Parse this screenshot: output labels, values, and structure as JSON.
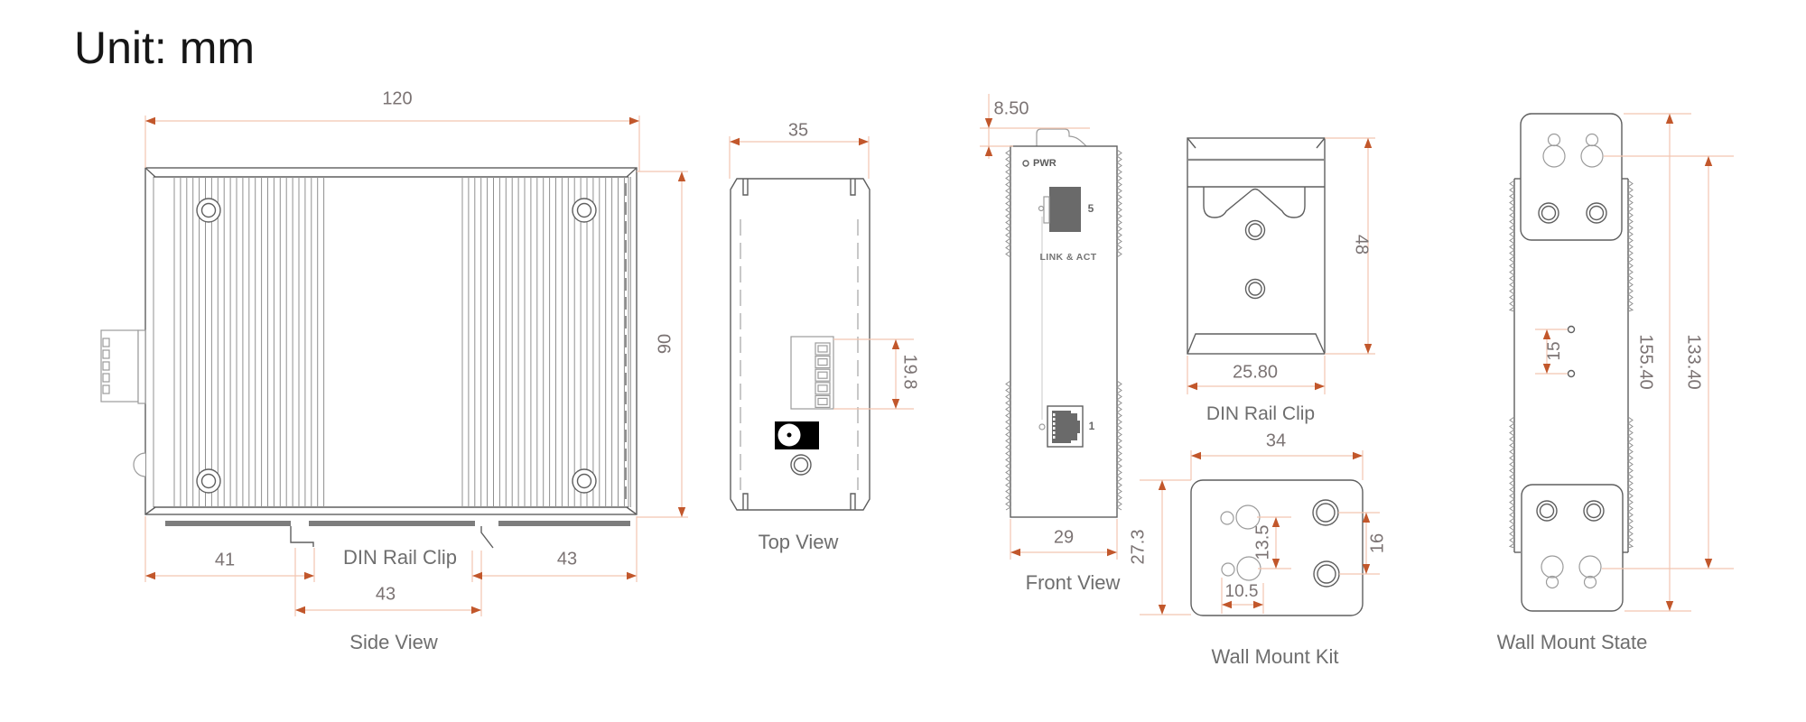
{
  "unit_label": "Unit: mm",
  "side_view": {
    "caption": "Side View",
    "clip_label": "DIN Rail Clip",
    "dim_width": "120",
    "dim_height": "90",
    "dim_left": "41",
    "dim_right": "43",
    "dim_clip_span": "43"
  },
  "top_view": {
    "caption": "Top View",
    "dim_width": "35",
    "dim_terminal_depth": "19.8"
  },
  "front_view": {
    "caption": "Front View",
    "dim_clip_offset": "8.50",
    "dim_width": "29",
    "pwr_label": "PWR",
    "port5_label": "5",
    "port1_label": "1",
    "link_label": "LINK & ACT"
  },
  "din_rail_clip": {
    "caption": "DIN Rail Clip",
    "dim_height": "48",
    "dim_width": "25.80"
  },
  "wall_mount_kit": {
    "caption": "Wall Mount Kit",
    "dim_width": "34",
    "dim_height": "27.3",
    "dim_keyhole_gap": "13.5",
    "dim_keyhole_width": "10.5",
    "dim_hole_gap": "16"
  },
  "wall_mount_state": {
    "caption": "Wall Mount State",
    "dim_hole_gap": "15",
    "dim_overall_height": "155.40",
    "dim_keyhole_span": "133.40"
  },
  "colors": {
    "outline": "#5f5f5f",
    "lightline": "#9b9b9b",
    "dimline": "#f2c5b0",
    "arrow": "#c2572b",
    "dimtext": "#7b7373",
    "captext": "#6e6e6e",
    "darkfill": "#6a6a6a",
    "railfill": "#7d7d7d"
  }
}
